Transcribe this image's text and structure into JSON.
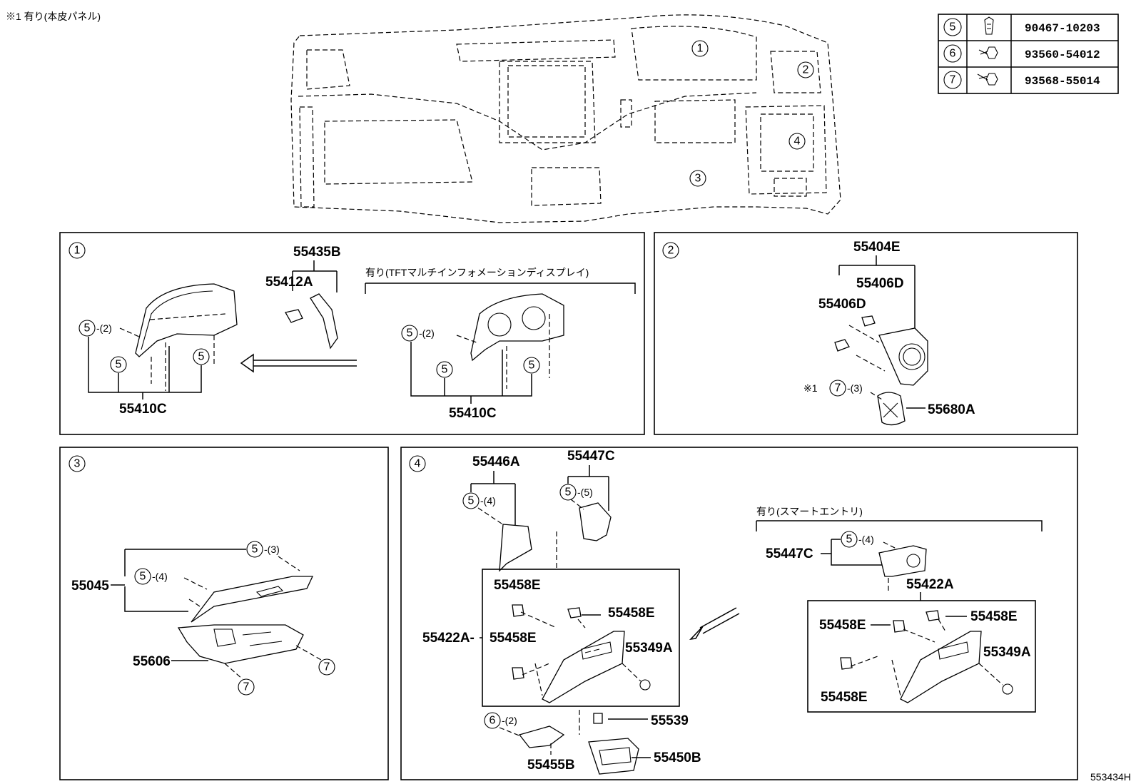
{
  "note": "※1 有り(本皮パネル)",
  "figure_code": "553434H",
  "fastener_table": [
    {
      "ref": "5",
      "part_no": "90467-10203",
      "icon": "clip-icon"
    },
    {
      "ref": "6",
      "part_no": "93560-54012",
      "icon": "screw-icon"
    },
    {
      "ref": "7",
      "part_no": "93568-55014",
      "icon": "screw-icon"
    }
  ],
  "overview_refs": [
    "1",
    "2",
    "3",
    "4"
  ],
  "panel1": {
    "ref": "1",
    "variant_label": "有り(TFTマルチインフォメーションディスプレイ)",
    "labels": {
      "p55435B": "55435B",
      "p55412A": "55412A",
      "p55410C_a": "55410C",
      "p55410C_b": "55410C"
    },
    "callouts": {
      "ref5": "5",
      "qty2": "-(2)"
    }
  },
  "panel2": {
    "ref": "2",
    "labels": {
      "p55404E": "55404E",
      "p55406D_a": "55406D",
      "p55406D_b": "55406D",
      "p55680A": "55680A"
    },
    "note_mark": "※1",
    "callouts": {
      "ref7": "7",
      "qty3": "-(3)"
    }
  },
  "panel3": {
    "ref": "3",
    "labels": {
      "p55045": "55045",
      "p55606": "55606"
    },
    "callouts": {
      "ref5": "5",
      "ref7": "7",
      "qty3": "-(3)",
      "qty4": "-(4)"
    }
  },
  "panel4": {
    "ref": "4",
    "variant_label": "有り(スマートエントリ)",
    "labels": {
      "p55446A": "55446A",
      "p55447C_a": "55447C",
      "p55447C_b": "55447C",
      "p55458E_1": "55458E",
      "p55458E_2": "55458E",
      "p55458E_3": "55458E",
      "p55458E_4": "55458E",
      "p55458E_5": "55458E",
      "p55458E_6": "55458E",
      "p55422A_a": "55422A-",
      "p55422A_b": "55422A",
      "p55349A_a": "55349A",
      "p55349A_b": "55349A",
      "p55539": "55539",
      "p55450B": "55450B",
      "p55455B": "55455B"
    },
    "callouts": {
      "ref5": "5",
      "ref6": "6",
      "qty2": "-(2)",
      "qty4": "-(4)",
      "qty5": "-(5)"
    }
  }
}
